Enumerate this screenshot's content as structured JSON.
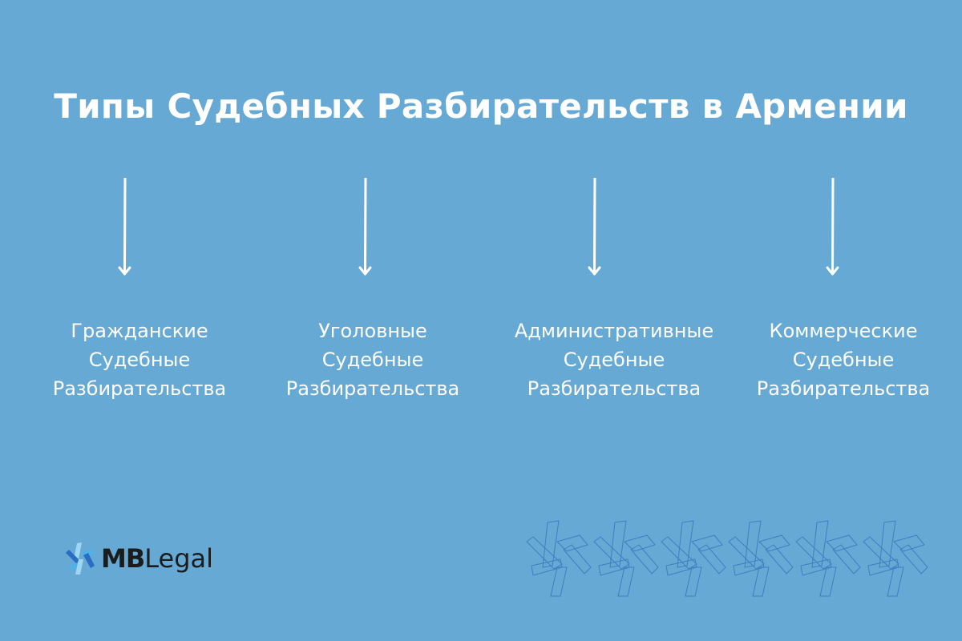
{
  "title": "Типы Судебных Разбирательств в Армении",
  "colors": {
    "background": "#65a9d4",
    "text": "#ffffff",
    "pattern_stroke": "#3f7fc0",
    "logo_dark_blue": "#2b6cc4",
    "logo_light_blue": "#4fb3e8",
    "logo_text": "#1c1c1c"
  },
  "branches": [
    {
      "lines": [
        "Гражданские",
        "Судебные",
        "Разбирательства"
      ],
      "arrow_icon": "arrow-down-icon"
    },
    {
      "lines": [
        "Уголовные",
        "Судебные",
        "Разбирательства"
      ],
      "arrow_icon": "arrow-down-icon"
    },
    {
      "lines": [
        "Административные",
        "Судебные",
        "Разбирательства"
      ],
      "arrow_icon": "arrow-down-icon"
    },
    {
      "lines": [
        "Коммерческие",
        "Судебные",
        "Разбирательства"
      ],
      "arrow_icon": "arrow-down-icon"
    }
  ],
  "logo": {
    "bold": "MB",
    "regular": "Legal",
    "icon": "pinwheel-logo-icon"
  },
  "decoration": {
    "icon": "pinwheel-pattern-icon",
    "repeat_count": 6
  }
}
